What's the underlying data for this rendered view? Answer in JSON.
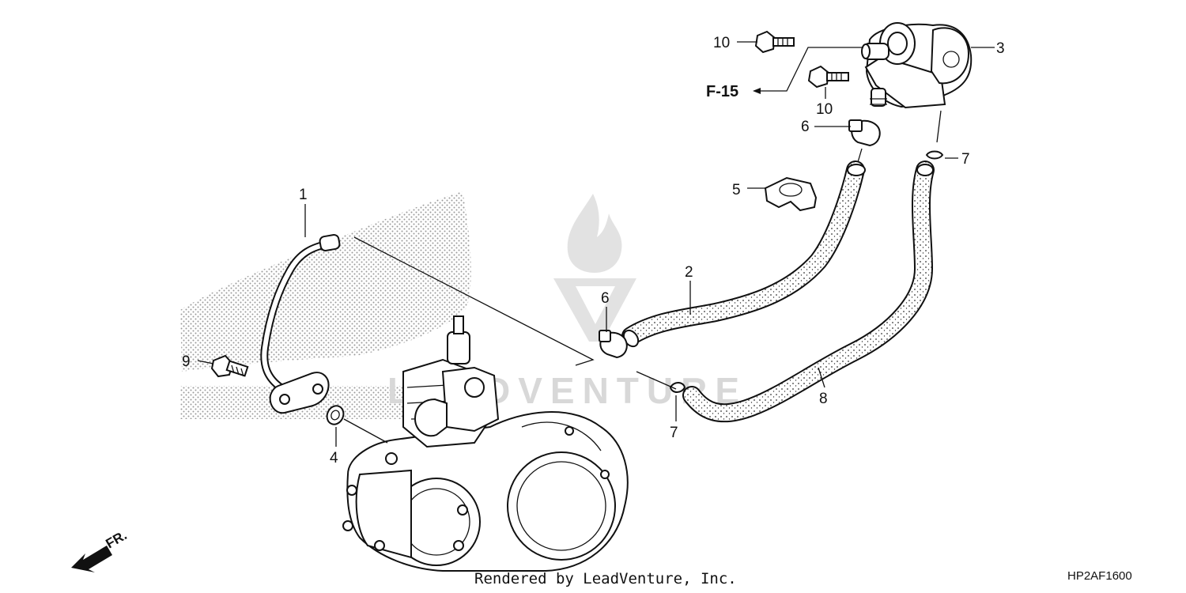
{
  "callouts": {
    "c1": "1",
    "c2": "2",
    "c3": "3",
    "c4": "4",
    "c5": "5",
    "c6a": "6",
    "c6b": "6",
    "c7a": "7",
    "c7b": "7",
    "c8": "8",
    "c9": "9",
    "c10a": "10",
    "c10b": "10"
  },
  "reference": "F-15",
  "front_marker": "FR.",
  "credit": "Rendered by LeadVenture, Inc.",
  "diagram_code": "HP2AF1600",
  "watermark": "LEADVENTURE",
  "colors": {
    "ink": "#111111",
    "stipple": "#9a9a9a",
    "watermark": "#d8d8d8"
  }
}
